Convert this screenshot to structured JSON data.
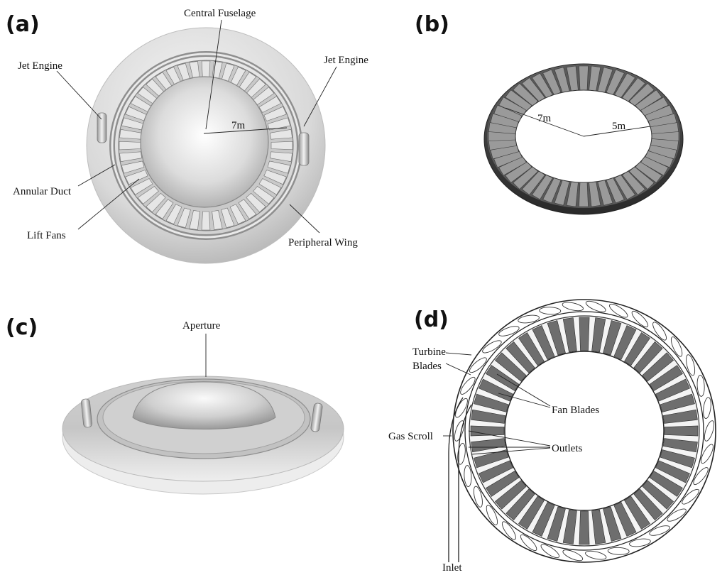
{
  "panels": {
    "a": {
      "label": "(a)",
      "callouts": {
        "central_fuselage": "Central Fuselage",
        "jet_engine_left": "Jet Engine",
        "jet_engine_right": "Jet Engine",
        "annular_duct": "Annular Duct",
        "lift_fans": "Lift Fans",
        "peripheral_wing": "Peripheral Wing",
        "radius": "7m"
      }
    },
    "b": {
      "label": "(b)",
      "callouts": {
        "outer_radius": "7m",
        "inner_radius": "5m"
      }
    },
    "c": {
      "label": "(c)",
      "callouts": {
        "aperture": "Aperture"
      }
    },
    "d": {
      "label": "(d)",
      "callouts": {
        "turbine_blades_line1": "Turbine",
        "turbine_blades_line2": "Blades",
        "fan_blades": "Fan Blades",
        "gas_scroll": "Gas Scroll",
        "outlets": "Outlets",
        "inlet": "Inlet"
      }
    }
  },
  "colors": {
    "body_light": "#f2f2f2",
    "body_mid": "#c4c4c4",
    "body_dark": "#8a8a8a",
    "ring_dark": "#555555",
    "blade": "#6e6e6e"
  }
}
